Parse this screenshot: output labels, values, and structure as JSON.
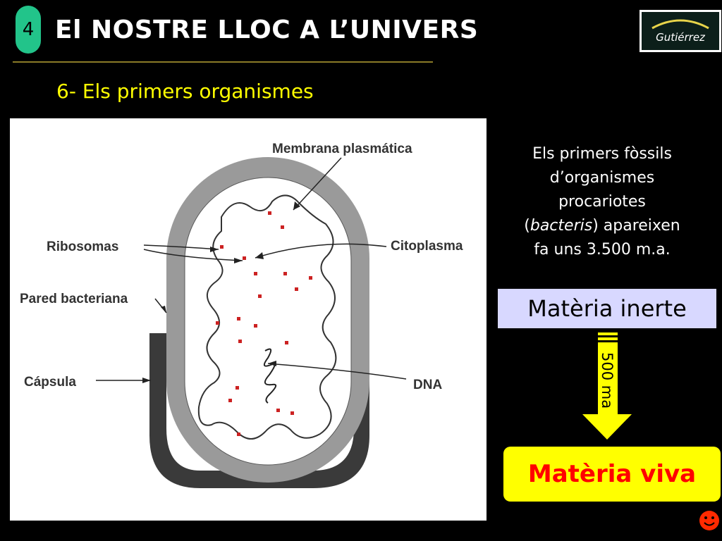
{
  "slide": {
    "number": "4",
    "title": "El NOSTRE LLOC A L’UNIVERS",
    "subtitle": "6- Els primers organismes"
  },
  "logo": {
    "text": "Gutiérrez"
  },
  "diagram": {
    "labels": {
      "membrana": "Membrana plasmática",
      "ribosomas": "Ribosomas",
      "citoplasma": "Citoplasma",
      "pared": "Pared bacteriana",
      "capsula": "Cápsula",
      "dna": "DNA"
    }
  },
  "fossil_text": {
    "line1": "Els primers fòssils",
    "line2": "d’organismes",
    "line3": "procariotes",
    "paren_open": "(",
    "italic": "bacteris",
    "after_italic": ") apareixen",
    "line5": "fa uns 3.500 m.a."
  },
  "flow": {
    "inerte": "Matèria inerte",
    "arrow_label": "500 ma",
    "viva": "Matèria viva"
  },
  "colors": {
    "background": "#000000",
    "badge": "#22c48a",
    "subtitle": "#ffff00",
    "inerte_box": "#d8d8ff",
    "viva_box": "#ffff00",
    "viva_text": "#ff0000",
    "ribosome": "#cc2222"
  }
}
